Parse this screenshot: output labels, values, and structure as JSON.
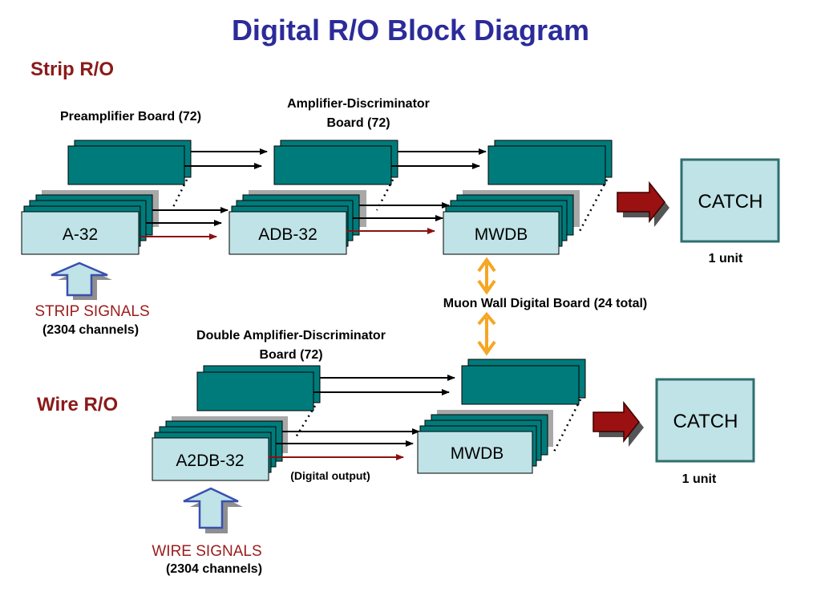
{
  "title": "Digital R/O Block Diagram",
  "strip": {
    "section_label": "Strip R/O",
    "preamp_label": "Preamplifier Board (72)",
    "ampdisc_label_line1": "Amplifier-Discriminator",
    "ampdisc_label_line2": "Board (72)",
    "box_a32": "A-32",
    "box_adb32": "ADB-32",
    "box_mwdb": "MWDB",
    "catch": "CATCH",
    "catch_units": "1 unit",
    "signals_label": "STRIP SIGNALS",
    "channels_label": "(2304 channels)"
  },
  "middle": {
    "mwdb_label": "Muon Wall Digital Board (24 total)"
  },
  "wire": {
    "section_label": "Wire R/O",
    "dadb_label_line1": "Double Amplifier-Discriminator",
    "dadb_label_line2": "Board (72)",
    "box_a2db32": "A2DB-32",
    "box_mwdb": "MWDB",
    "digital_output": "(Digital output)",
    "catch": "CATCH",
    "catch_units": "1 unit",
    "signals_label": "WIRE SIGNALS",
    "channels_label": "(2304 channels)"
  },
  "colors": {
    "title": "#2b2b9a",
    "section": "#8b1a1a",
    "teal_board": "#007b7b",
    "light_box": "#bfe3e6",
    "grey_board": "#a8a8a8",
    "red_arrow": "#9b1111",
    "orange_arrow": "#f5a623",
    "blue_arrow": "#3a4fb0"
  }
}
